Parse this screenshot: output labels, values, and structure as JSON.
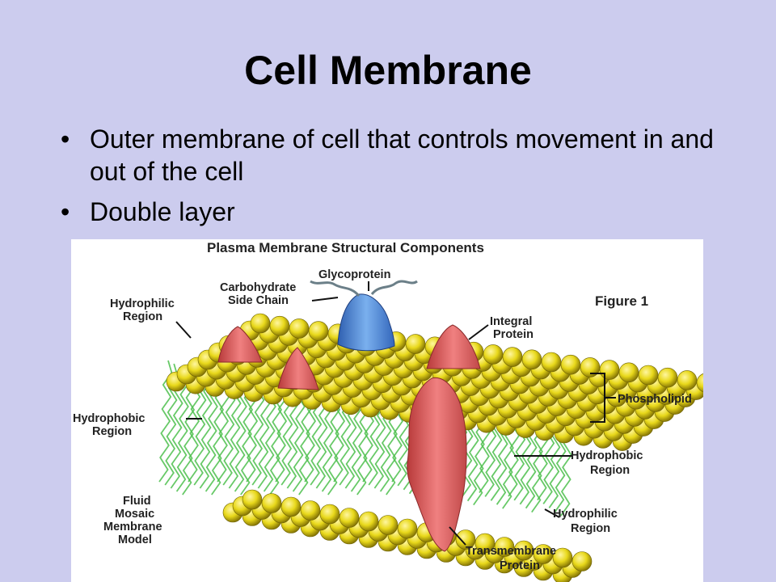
{
  "slide": {
    "title": "Cell Membrane",
    "bullets": [
      {
        "text": "Outer membrane of cell that controls movement in and out of the cell"
      },
      {
        "text": "Double layer"
      }
    ],
    "bullet_glyph": "•"
  },
  "figure": {
    "title": "Plasma Membrane Structural Components",
    "figure_label": "Figure 1",
    "labels": {
      "glycoprotein": "Glycoprotein",
      "carbohydrate_1": "Carbohydrate",
      "carbohydrate_2": "Side Chain",
      "hydrophilic_top_1": "Hydrophilic",
      "hydrophilic_top_2": "Region",
      "integral_1": "Integral",
      "integral_2": "Protein",
      "phospholipid": "Phospholipid",
      "hydrophobic_left_1": "Hydrophobic",
      "hydrophobic_left_2": "Region",
      "hydrophobic_right_1": "Hydrophobic",
      "hydrophobic_right_2": "Region",
      "fluid_1": "Fluid",
      "fluid_2": "Mosaic",
      "fluid_3": "Membrane",
      "fluid_4": "Model",
      "hydrophilic_bottom_1": "Hydrophilic",
      "hydrophilic_bottom_2": "Region",
      "transmembrane_1": "Transmembrane",
      "transmembrane_2": "Protein"
    },
    "colors": {
      "background": "#ccccee",
      "head": "#e8d81a",
      "tail": "#4cc04c",
      "protein_red": "#e06060",
      "protein_blue": "#4a86d8"
    }
  }
}
